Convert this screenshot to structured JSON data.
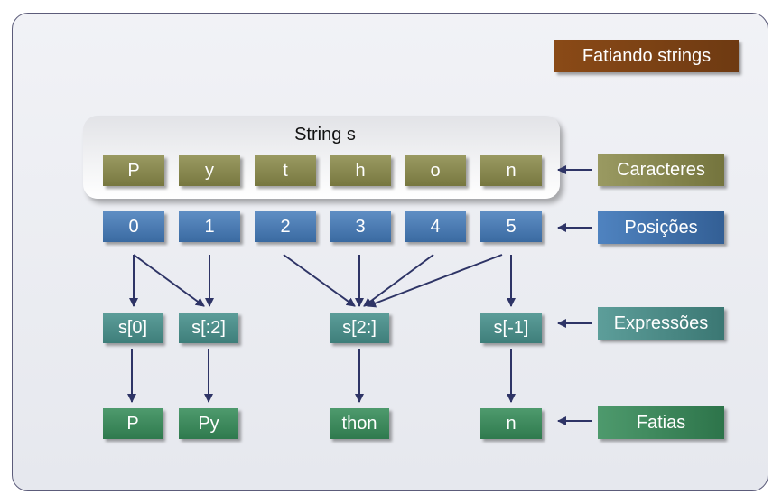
{
  "title": "Fatiando strings",
  "string_label": "String s",
  "characters": [
    "P",
    "y",
    "t",
    "h",
    "o",
    "n"
  ],
  "positions": [
    "0",
    "1",
    "2",
    "3",
    "4",
    "5"
  ],
  "expressions": [
    "s[0]",
    "s[:2]",
    "s[2:]",
    "s[-1]"
  ],
  "slices": [
    "P",
    "Py",
    "thon",
    "n"
  ],
  "legend": {
    "characters": "Caracteres",
    "positions": "Posições",
    "expressions": "Expressões",
    "slices": "Fatias"
  },
  "colors": {
    "title": "#7c4216",
    "characters": "#86864e",
    "positions": "#4878b0",
    "expressions": "#4a8c88",
    "slices": "#3c8a5c",
    "arrows": "#2e3466"
  }
}
